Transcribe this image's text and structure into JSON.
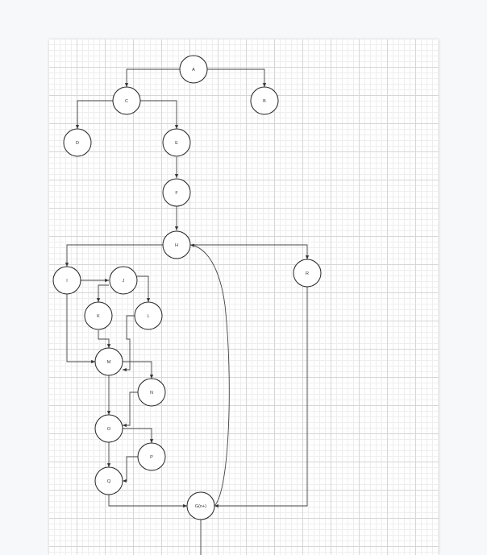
{
  "diagram": {
    "type": "flowchart",
    "nodes": [
      {
        "id": "A",
        "label": "A"
      },
      {
        "id": "B",
        "label": "B"
      },
      {
        "id": "C",
        "label": "C"
      },
      {
        "id": "D",
        "label": "D"
      },
      {
        "id": "E",
        "label": "E"
      },
      {
        "id": "F",
        "label": "F"
      },
      {
        "id": "H",
        "label": "H"
      },
      {
        "id": "I",
        "label": "I"
      },
      {
        "id": "J",
        "label": "J"
      },
      {
        "id": "K",
        "label": "K"
      },
      {
        "id": "L",
        "label": "L"
      },
      {
        "id": "M",
        "label": "M"
      },
      {
        "id": "N",
        "label": "N"
      },
      {
        "id": "O",
        "label": "O"
      },
      {
        "id": "P",
        "label": "P"
      },
      {
        "id": "Q",
        "label": "Q"
      },
      {
        "id": "R",
        "label": "R"
      },
      {
        "id": "G",
        "label": "G(n+)"
      }
    ],
    "edges": [
      [
        "A",
        "C"
      ],
      [
        "A",
        "B"
      ],
      [
        "C",
        "D"
      ],
      [
        "C",
        "E"
      ],
      [
        "E",
        "F"
      ],
      [
        "F",
        "H"
      ],
      [
        "H",
        "I"
      ],
      [
        "H",
        "R"
      ],
      [
        "I",
        "J"
      ],
      [
        "J",
        "K"
      ],
      [
        "J",
        "L"
      ],
      [
        "I",
        "M"
      ],
      [
        "K",
        "M"
      ],
      [
        "L",
        "M"
      ],
      [
        "M",
        "N"
      ],
      [
        "M",
        "O"
      ],
      [
        "N",
        "O"
      ],
      [
        "O",
        "P"
      ],
      [
        "O",
        "Q"
      ],
      [
        "P",
        "Q"
      ],
      [
        "Q",
        "G"
      ],
      [
        "R",
        "G"
      ],
      [
        "G",
        "H"
      ]
    ]
  }
}
